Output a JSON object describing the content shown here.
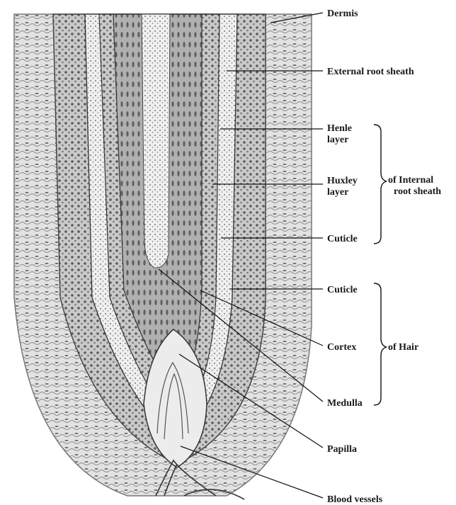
{
  "labels": {
    "dermis": "Dermis",
    "external_root_sheath": "External root sheath",
    "henle_layer_line1": "Henle",
    "henle_layer_line2": "layer",
    "huxley_layer_line1": "Huxley",
    "huxley_layer_line2": "layer",
    "inner_cuticle": "Cuticle",
    "hair_cuticle": "Cuticle",
    "cortex": "Cortex",
    "medulla": "Medulla",
    "papilla": "Papilla",
    "blood_vessels": "Blood vessels"
  },
  "groups": {
    "internal_root_sheath_line1": "of Internal",
    "internal_root_sheath_line2": "root sheath",
    "hair": "of Hair"
  },
  "colors": {
    "ink": "#1a1a1a",
    "paper": "#ffffff",
    "tissue_light": "#e4e4e4",
    "tissue_mid": "#b9b9b9",
    "tissue_dark": "#7a7a7a"
  }
}
